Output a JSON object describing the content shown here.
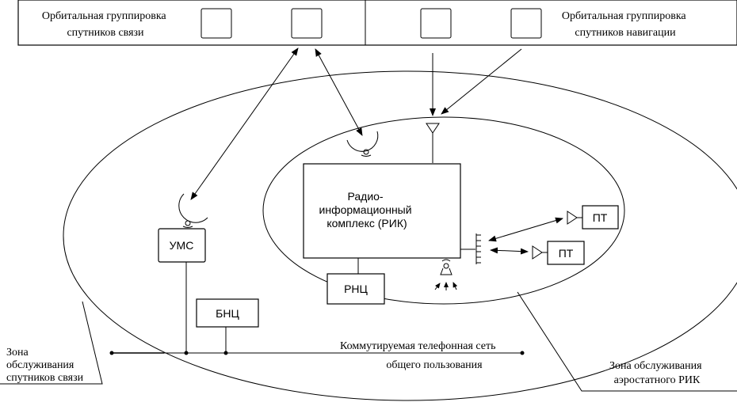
{
  "title": "Схема радио-информационного комплекса",
  "top_bar": {
    "left_label": [
      "Орбитальная группировка",
      "спутников связи"
    ],
    "right_label": [
      "Орбитальная группировка",
      "спутников навигации"
    ],
    "comm_satellites": 2,
    "nav_satellites": 2
  },
  "blocks": {
    "rik": [
      "Радио-",
      "информационный",
      "комплекс (РИК)"
    ],
    "ums": "УМС",
    "bnc": "БНЦ",
    "rnc": "РНЦ",
    "pt1": "ПТ",
    "pt2": "ПТ"
  },
  "network": [
    "Коммутируемая телефонная сеть",
    "общего пользования"
  ],
  "zones": {
    "satellite_zone": [
      "Зона",
      "обслуживания",
      "спутников связи"
    ],
    "aerostat_zone": [
      "Зона обслуживания",
      "аэростатного РИК"
    ]
  },
  "colors": {
    "line": "#000000",
    "background": "#ffffff"
  }
}
